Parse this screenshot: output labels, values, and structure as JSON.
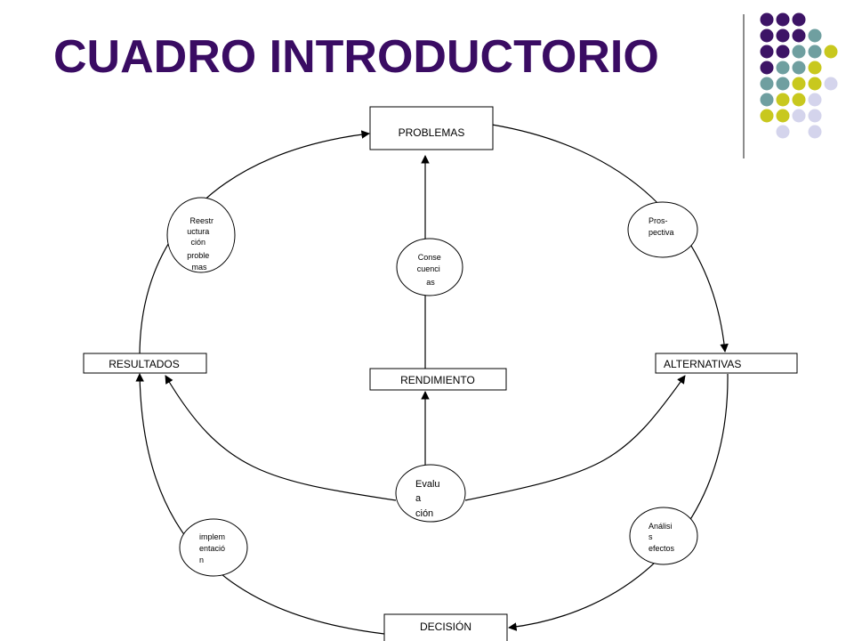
{
  "title": "CUADRO INTRODUCTORIO",
  "colors": {
    "title": "#3a0c63",
    "purple": "#3d1466",
    "teal": "#6f9fa0",
    "olive": "#c8c81e",
    "lavender": "#d4d4ec",
    "line": "#000000"
  },
  "boxes": {
    "problemas": "PROBLEMAS",
    "resultados": "RESULTADOS",
    "alternativas": "ALTERNATIVAS",
    "rendimiento": "RENDIMIENTO",
    "decision": "DECISIÓN"
  },
  "ovals": {
    "reestructuracion": [
      "Reestr",
      "uctura",
      "ción",
      "proble",
      "mas"
    ],
    "prospectiva": [
      "Pros-",
      "pectiva"
    ],
    "consecuencias": [
      "Conse",
      "cuenci",
      "as"
    ],
    "evaluacion": [
      "Evalu",
      "a",
      "ción"
    ],
    "implementacion": [
      "implem",
      "entació",
      "n"
    ],
    "analisis": [
      "Análisi",
      "s",
      "efectos"
    ]
  },
  "decoration": {
    "dot_grid": [
      [
        "purple",
        "purple",
        "purple",
        "",
        ""
      ],
      [
        "purple",
        "purple",
        "purple",
        "teal",
        ""
      ],
      [
        "purple",
        "purple",
        "teal",
        "teal",
        "olive"
      ],
      [
        "purple",
        "teal",
        "teal",
        "olive",
        ""
      ],
      [
        "teal",
        "teal",
        "olive",
        "olive",
        "lavender"
      ],
      [
        "teal",
        "olive",
        "olive",
        "lavender",
        ""
      ],
      [
        "olive",
        "olive",
        "lavender",
        "lavender",
        ""
      ],
      [
        "",
        "lavender",
        "",
        "lavender",
        ""
      ]
    ]
  }
}
